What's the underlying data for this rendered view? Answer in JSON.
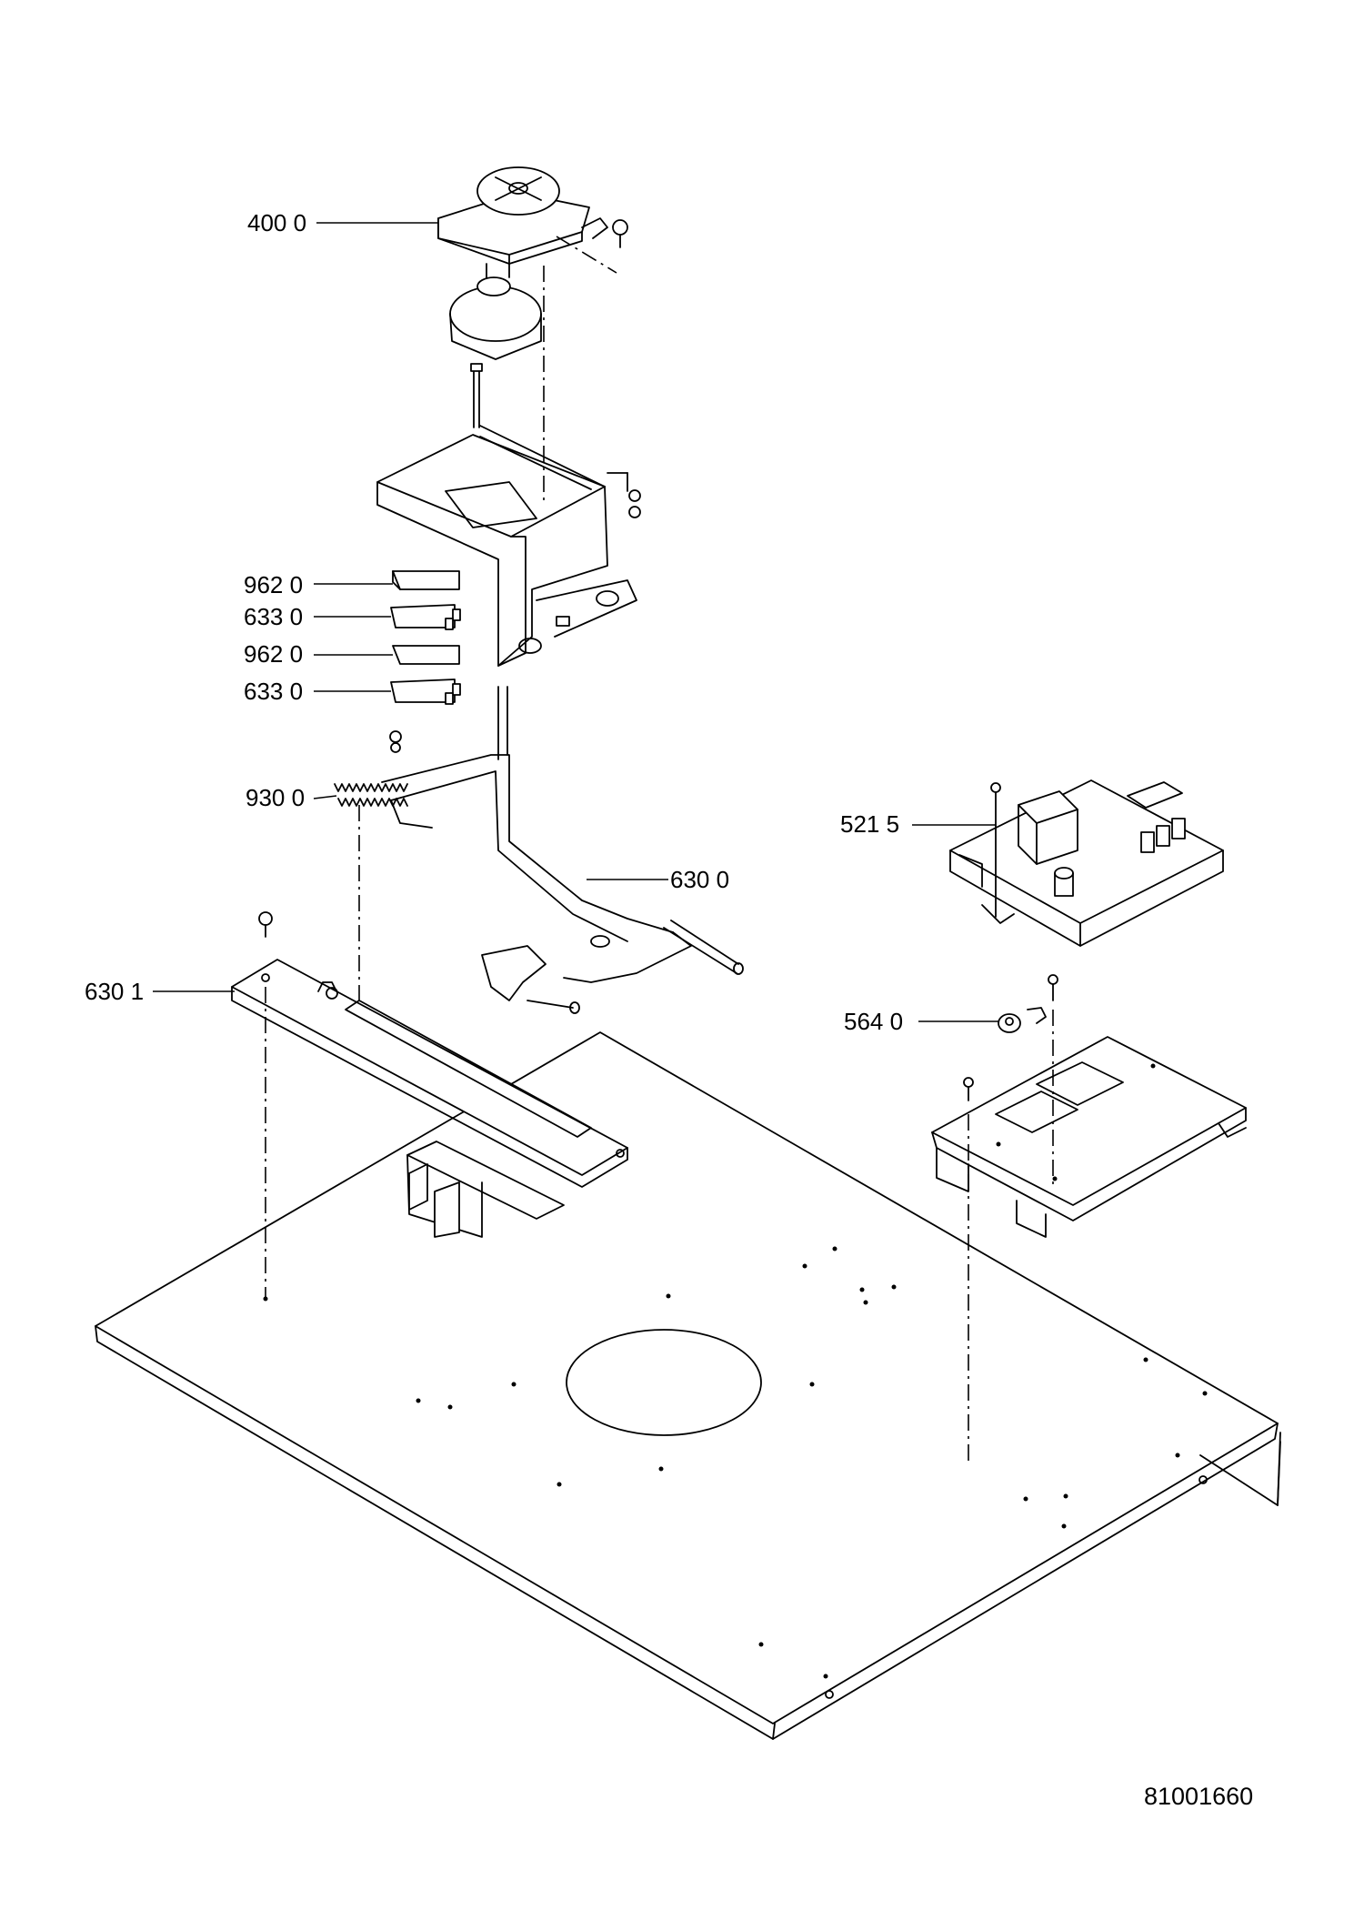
{
  "diagram": {
    "callouts": [
      {
        "id": "400",
        "text": "400 0"
      },
      {
        "id": "962a",
        "text": "962 0"
      },
      {
        "id": "633a",
        "text": "633 0"
      },
      {
        "id": "962b",
        "text": "962 0"
      },
      {
        "id": "633b",
        "text": "633 0"
      },
      {
        "id": "930",
        "text": "930 0"
      },
      {
        "id": "6300",
        "text": "630 0"
      },
      {
        "id": "6301",
        "text": "630 1"
      },
      {
        "id": "521",
        "text": "521 5"
      },
      {
        "id": "564",
        "text": "564 0"
      }
    ],
    "document_number": "81001660"
  }
}
